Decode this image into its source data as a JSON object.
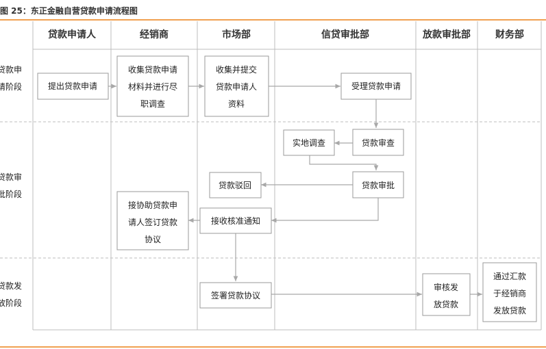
{
  "caption": "图 25：东正金融自营贷款申请流程图",
  "columns": [
    "贷款申请人",
    "经销商",
    "市场部",
    "信贷审批部",
    "放款审批部",
    "财务部"
  ],
  "stages": [
    [
      "贷款申",
      "请阶段"
    ],
    [
      "贷款审",
      "批阶段"
    ],
    [
      "贷款发",
      "放阶段"
    ]
  ],
  "boxes": {
    "submit_application": [
      "提出贷款申请"
    ],
    "collect_materials": [
      "收集贷款申请",
      "材料并进行尽",
      "职调查"
    ],
    "submit_materials": [
      "收集并提交",
      "贷款申请人",
      "资料"
    ],
    "accept_application": [
      "受理贷款申请"
    ],
    "site_investigation": [
      "实地调查"
    ],
    "loan_review": [
      "贷款审查"
    ],
    "loan_rejected": [
      "贷款驳回"
    ],
    "loan_approval": [
      "贷款审批"
    ],
    "assist_signing": [
      "接协助贷款申",
      "请人签订贷款",
      "协议"
    ],
    "receive_notice": [
      "接收核准通知"
    ],
    "sign_agreement": [
      "签署贷款协议"
    ],
    "review_disburse": [
      "审核发",
      "放贷款"
    ],
    "remit_disburse": [
      "通过汇款",
      "于经销商",
      "发放贷款"
    ]
  },
  "colors": {
    "accent_rule": "#f0a050",
    "box_border": "#9a9a9a",
    "grid_line": "#bdbdbd",
    "arrow": "#a8a8a8"
  }
}
